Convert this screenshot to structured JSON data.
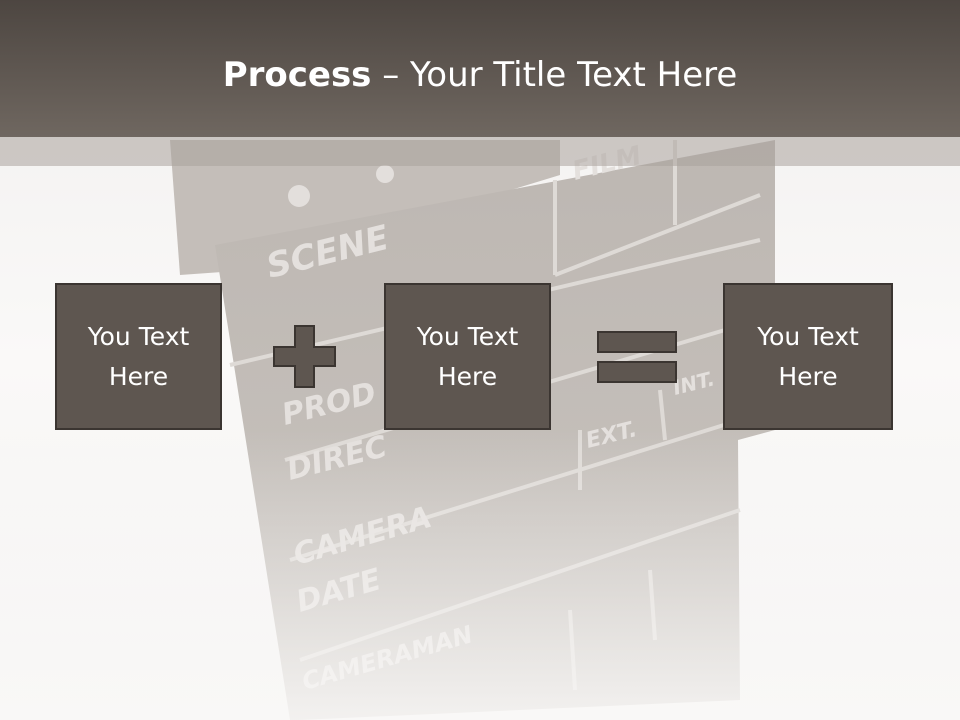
{
  "title": {
    "bold": "Process",
    "rest": " – Your Title Text Here"
  },
  "background_art": {
    "depiction": "clapperboard-image",
    "labels": [
      "FILM",
      "SCENE",
      "PROD",
      "DIREC",
      "EXT.",
      "INT.",
      "CAMERA",
      "DATE",
      "CAMERAMAN"
    ]
  },
  "process": {
    "boxes": [
      {
        "text": "You Text Here"
      },
      {
        "text": "You Text Here"
      },
      {
        "text": "You Text Here"
      }
    ],
    "operators": [
      "plus-icon",
      "equals-icon"
    ]
  },
  "colors": {
    "title_band": "#5d5650",
    "box_fill": "#5e5650",
    "box_border": "#3b3531",
    "operator_fill": "#5e5650"
  }
}
